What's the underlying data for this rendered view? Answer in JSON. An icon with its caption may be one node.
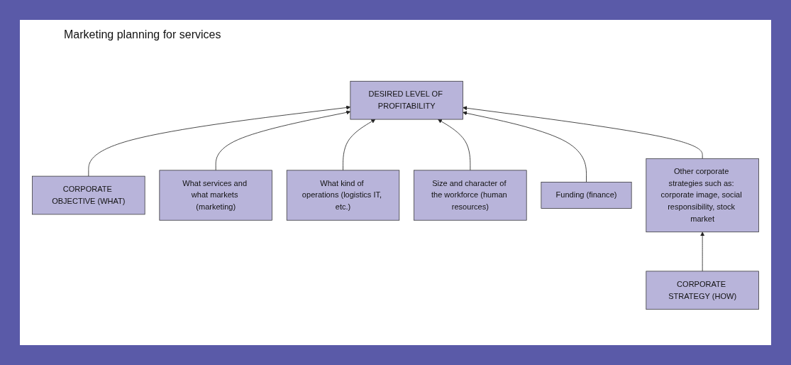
{
  "diagram": {
    "title": "Marketing planning for services",
    "nodes": [
      {
        "text": [
          "DESIRED LEVEL OF PROFITABILITY"
        ]
      },
      {
        "text": [
          "CORPORATE OBJECTIVE (WHAT)"
        ]
      },
      {
        "text": [
          "What services and what markets (marketing)"
        ]
      },
      {
        "text": [
          "What kind of operations (logistics IT, etc.)"
        ]
      },
      {
        "text": [
          "Size and character of the workforce (human resources)"
        ]
      },
      {
        "text": [
          "Funding (finance)"
        ]
      },
      {
        "text": [
          "Other corporate strategies such as: corporate image, social responsibility, stock market"
        ]
      },
      {
        "text": [
          "CORPORATE STRATEGY (HOW)"
        ]
      }
    ],
    "edges": [
      {
        "from": 1,
        "to": 0,
        "arrow": "to"
      },
      {
        "from": 2,
        "to": 0,
        "arrow": "to"
      },
      {
        "from": 3,
        "to": 0,
        "arrow": "to"
      },
      {
        "from": 4,
        "to": 0,
        "arrow": "to"
      },
      {
        "from": 5,
        "to": 0,
        "arrow": "to"
      },
      {
        "from": 6,
        "to": 0,
        "arrow": "to"
      },
      {
        "from": 7,
        "to": 6,
        "arrow": "to"
      }
    ]
  }
}
